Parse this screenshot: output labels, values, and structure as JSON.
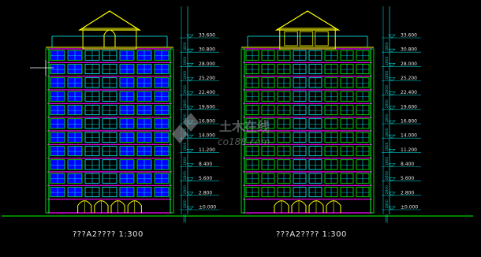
{
  "captions": {
    "left": "???A2????  1:300",
    "right": "???A2????  1:300"
  },
  "elevation_marks": [
    "33.600",
    "30.800",
    "28.000",
    "25.200",
    "22.400",
    "19.600",
    "16.800",
    "14.000",
    "11.200",
    "8.400",
    "5.600",
    "2.800",
    "±0.000"
  ],
  "floor_dims": [
    "2800",
    "2800",
    "2800",
    "2800",
    "2800",
    "2800",
    "2800",
    "2800",
    "2800",
    "2800",
    "2800",
    "2800",
    "2800"
  ],
  "watermark": {
    "line1": "土木在线",
    "line2": "co188.com"
  },
  "colors": {
    "background": "#000000",
    "outline": "#00ffff",
    "frame": "#00ff00",
    "floor_band": "#ff00ff",
    "glazing": "#0000ff",
    "roof": "#ffff00",
    "text": "#e6e6e6",
    "dim": "#00c8c8"
  }
}
